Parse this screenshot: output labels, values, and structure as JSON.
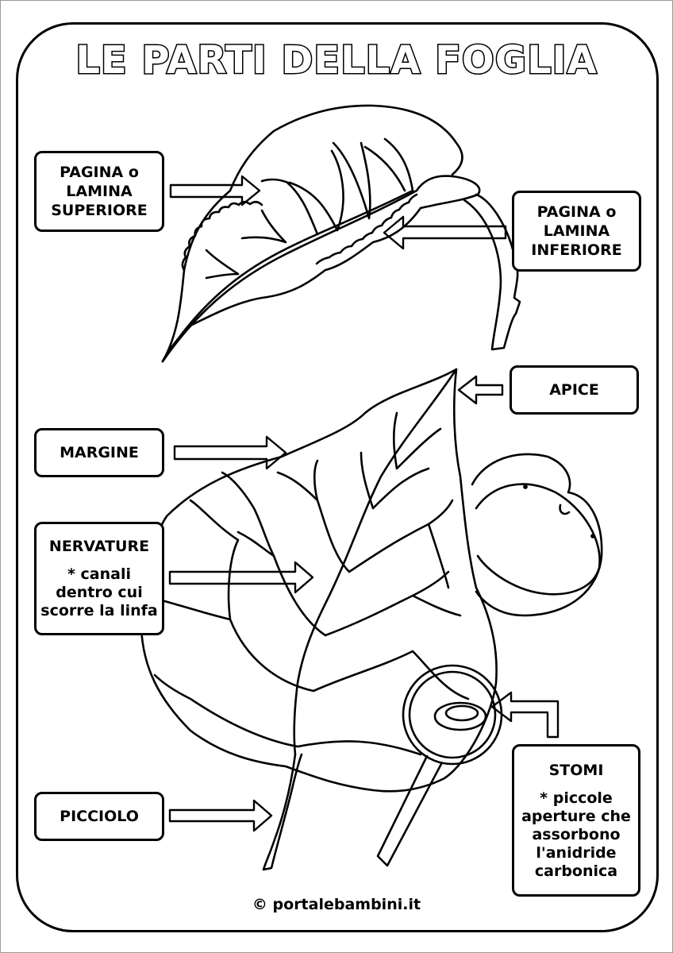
{
  "title": "LE PARTI DELLA FOGLIA",
  "labels": {
    "pagina_superiore": {
      "lines": [
        "PAGINA o",
        "LAMINA",
        "SUPERIORE"
      ]
    },
    "pagina_inferiore": {
      "lines": [
        "PAGINA o",
        "LAMINA",
        "INFERIORE"
      ]
    },
    "apice": {
      "title": "APICE"
    },
    "margine": {
      "title": "MARGINE"
    },
    "nervature": {
      "title": "NERVATURE",
      "desc": [
        "* canali",
        "dentro cui",
        "scorre la linfa"
      ]
    },
    "picciolo": {
      "title": "PICCIOLO"
    },
    "stomi": {
      "title": "STOMI",
      "desc": [
        "* piccole",
        "aperture che",
        "assorbono",
        "l'anidride",
        "carbonica"
      ]
    }
  },
  "footer": "© portalebambini.it",
  "colors": {
    "line": "#000000",
    "background": "#ffffff",
    "page_border": "#9a9a9a"
  }
}
